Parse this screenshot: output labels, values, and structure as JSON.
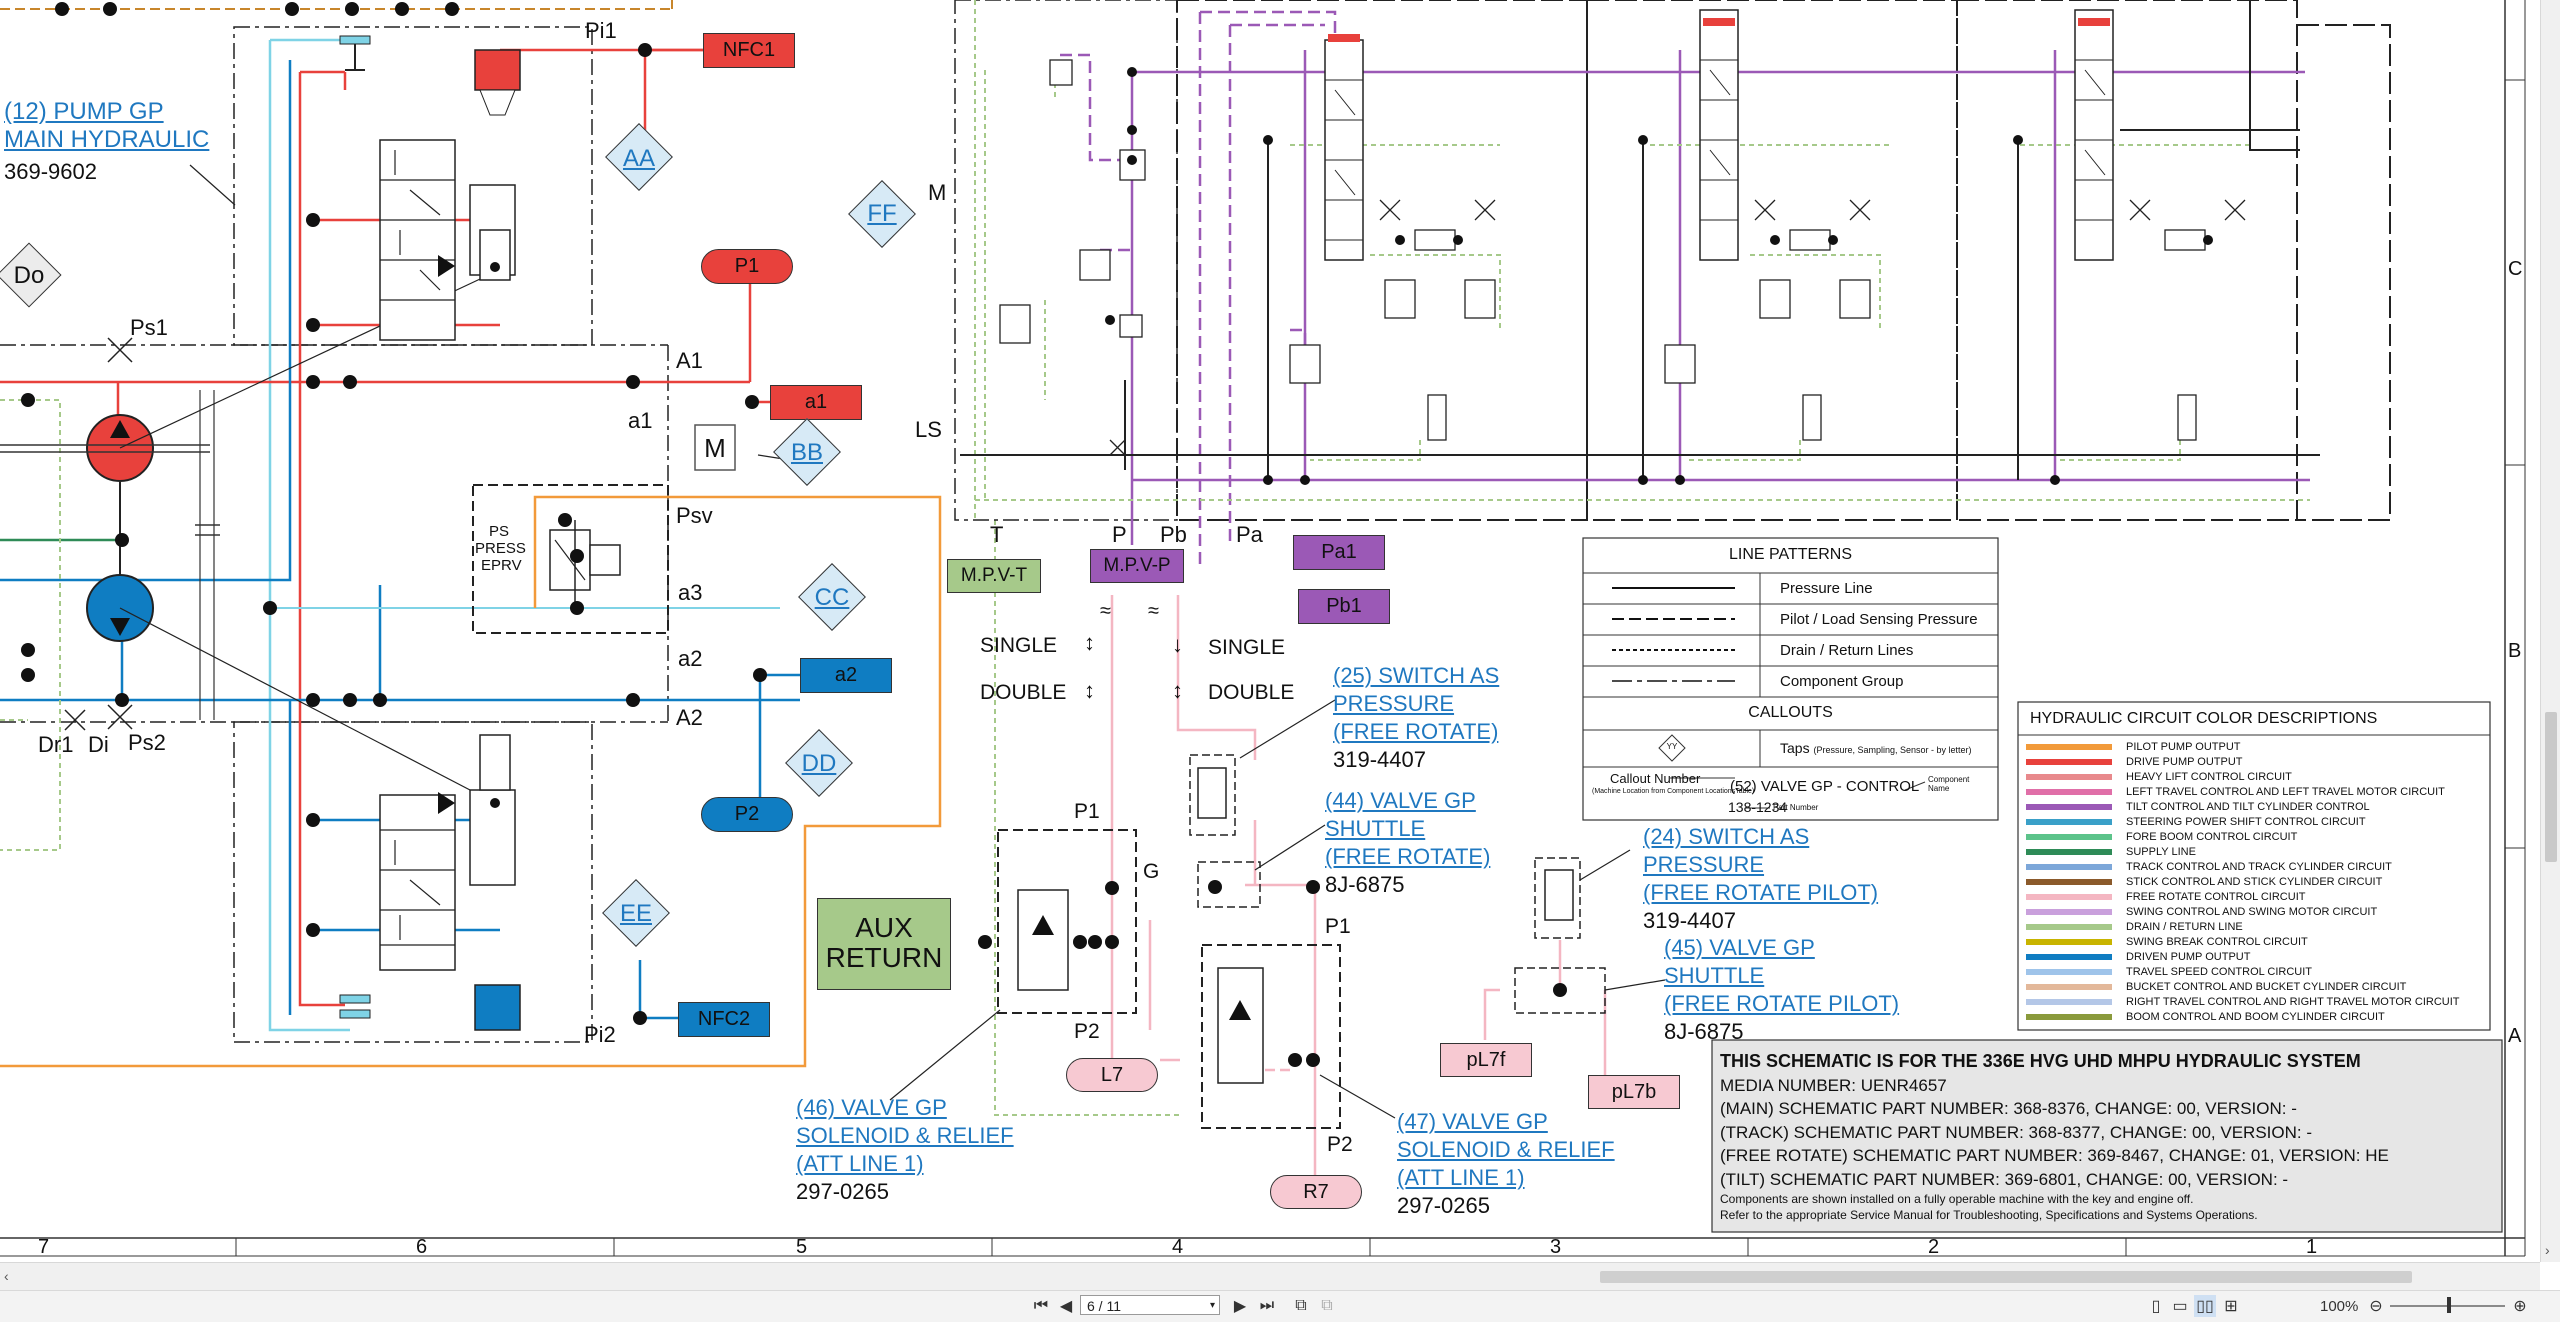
{
  "toolbar": {
    "page_value": "6 / 11",
    "zoom": "100%",
    "first_page_icon": "first-page-icon",
    "prev_page_icon": "prev-page-icon",
    "next_page_icon": "next-page-icon",
    "last_page_icon": "last-page-icon"
  },
  "grid": {
    "columns": [
      "7",
      "6",
      "5",
      "4",
      "3",
      "2",
      "1"
    ],
    "rows": [
      "C",
      "B",
      "A"
    ]
  },
  "schematic": {
    "pump_callout": {
      "line1": "(12) PUMP GP",
      "line2": "MAIN HYDRAULIC",
      "part": "369-9602"
    },
    "ports": {
      "Pi1": "Pi1",
      "Pi2": "Pi2",
      "Ps1": "Ps1",
      "Ps2": "Ps2",
      "A1": "A1",
      "A2": "A2",
      "a1": "a1",
      "a2": "a2",
      "a3": "a3",
      "Psv": "Psv",
      "Dr1": "Dr1",
      "Di": "Di",
      "M": "M",
      "LS": "LS",
      "T": "T",
      "P": "P",
      "Pb": "Pb",
      "Pa": "Pa",
      "P1_top": "P1",
      "P2_left": "P2",
      "P1_right": "P1",
      "P2_right": "P2",
      "G": "G"
    },
    "eprv": {
      "line1": "PS",
      "line2": "PRESS",
      "line3": "EPRV"
    },
    "tags": {
      "NFC1": "NFC1",
      "NFC2": "NFC2",
      "P1": "P1",
      "P2": "P2",
      "a1": "a1",
      "a2": "a2",
      "Pa1": "Pa1",
      "Pb1": "Pb1",
      "MPVT": "M.P.V-T",
      "MPVP": "M.P.V-P",
      "L7": "L7",
      "R7": "R7",
      "pL7f": "pL7f",
      "pL7b": "pL7b"
    },
    "diamonds": {
      "AA": "AA",
      "BB": "BB",
      "CC": "CC",
      "DD": "DD",
      "EE": "EE",
      "FF": "FF",
      "Do": "Do"
    },
    "single_left": "SINGLE",
    "double_left": "DOUBLE",
    "single_right": "SINGLE",
    "double_right": "DOUBLE",
    "aux_return": {
      "line1": "AUX",
      "line2": "RETURN"
    },
    "callouts": {
      "c25": {
        "l1": "(25) SWITCH AS",
        "l2": "PRESSURE",
        "l3": "(FREE ROTATE)",
        "part": "319-4407"
      },
      "c44": {
        "l1": "(44) VALVE GP",
        "l2": "SHUTTLE",
        "l3": "(FREE ROTATE)",
        "part": "8J-6875"
      },
      "c24": {
        "l1": "(24) SWITCH AS",
        "l2": "PRESSURE",
        "l3": "(FREE ROTATE PILOT)",
        "part": "319-4407"
      },
      "c45": {
        "l1": "(45) VALVE GP",
        "l2": "SHUTTLE",
        "l3": "(FREE ROTATE PILOT)",
        "part": "8J-6875"
      },
      "c46": {
        "l1": "(46) VALVE GP",
        "l2": "SOLENOID & RELIEF",
        "l3": "(ATT LINE 1)",
        "part": "297-0265"
      },
      "c47": {
        "l1": "(47) VALVE GP",
        "l2": "SOLENOID & RELIEF",
        "l3": "(ATT LINE 1)",
        "part": "297-0265"
      }
    }
  },
  "legend_lines": {
    "title": "LINE PATTERNS",
    "items": [
      "Pressure Line",
      "Pilot / Load Sensing Pressure",
      "Drain / Return Lines",
      "Component Group"
    ],
    "callouts_title": "CALLOUTS",
    "taps_label": "Taps",
    "taps_note": "(Pressure, Sampling, Sensor - by letter)",
    "yy": "YY",
    "callout_number": "Callout Number",
    "callout_note": "(Machine Location from Component LocationsTable)",
    "example_name": "(52) VALVE GP - CONTROL",
    "component_name": "Component Name",
    "example_part": "138-1234",
    "part_number": "Part Number"
  },
  "legend_colors": {
    "title": "HYDRAULIC CIRCUIT COLOR DESCRIPTIONS",
    "items": [
      {
        "label": "PILOT PUMP OUTPUT",
        "color": "#f29a3a"
      },
      {
        "label": "DRIVE PUMP OUTPUT",
        "color": "#e8413c"
      },
      {
        "label": "HEAVY LIFT CONTROL CIRCUIT",
        "color": "#e8898c"
      },
      {
        "label": "LEFT TRAVEL CONTROL AND LEFT TRAVEL MOTOR CIRCUIT",
        "color": "#e06fa8"
      },
      {
        "label": "TILT CONTROL AND TILT CYLINDER CONTROL",
        "color": "#9b59b6"
      },
      {
        "label": "STEERING POWER SHIFT CONTROL CIRCUIT",
        "color": "#3aa0c8"
      },
      {
        "label": "FORE BOOM CONTROL CIRCUIT",
        "color": "#5cc38a"
      },
      {
        "label": "SUPPLY LINE",
        "color": "#2e8b57"
      },
      {
        "label": "TRACK CONTROL AND TRACK CYLINDER CIRCUIT",
        "color": "#7da7d9"
      },
      {
        "label": "STICK CONTROL AND STICK CYLINDER CIRCUIT",
        "color": "#8b5a2b"
      },
      {
        "label": "FREE ROTATE CONTROL CIRCUIT",
        "color": "#f4b6c2"
      },
      {
        "label": "SWING CONTROL AND SWING MOTOR CIRCUIT",
        "color": "#c9a0dc"
      },
      {
        "label": "DRAIN / RETURN LINE",
        "color": "#a6c98a"
      },
      {
        "label": "SWING BREAK CONTROL CIRCUIT",
        "color": "#c8b400"
      },
      {
        "label": "DRIVEN PUMP OUTPUT",
        "color": "#0f7dc2"
      },
      {
        "label": "TRAVEL SPEED CONTROL CIRCUIT",
        "color": "#9fc4ea"
      },
      {
        "label": "BUCKET CONTROL AND BUCKET CYLINDER CIRCUIT",
        "color": "#e3b89a"
      },
      {
        "label": "RIGHT TRAVEL CONTROL AND RIGHT TRAVEL MOTOR CIRCUIT",
        "color": "#b4c7e7"
      },
      {
        "label": "BOOM CONTROL AND BOOM CYLINDER CIRCUIT",
        "color": "#8a9a3c"
      }
    ]
  },
  "title_block": {
    "heading": "THIS SCHEMATIC IS FOR THE 336E HVG UHD MHPU HYDRAULIC SYSTEM",
    "media": "MEDIA NUMBER: UENR4657",
    "lines": [
      "(MAIN) SCHEMATIC PART NUMBER: 368-8376, CHANGE: 00, VERSION: -",
      "(TRACK) SCHEMATIC PART NUMBER: 368-8377, CHANGE: 00, VERSION: -",
      "(FREE ROTATE) SCHEMATIC PART NUMBER: 369-8467, CHANGE: 01, VERSION: HE",
      "(TILT) SCHEMATIC PART NUMBER: 369-6801, CHANGE: 00, VERSION: -"
    ],
    "note1": "Components are shown installed on a fully operable machine with the key and engine off.",
    "note2": "Refer to the appropriate Service Manual for Troubleshooting, Specifications and Systems Operations."
  }
}
